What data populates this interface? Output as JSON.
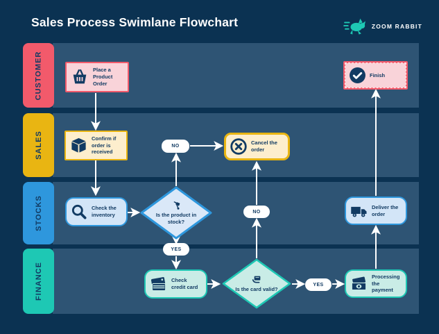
{
  "header": {
    "title": "Sales Process Swimlane Flowchart",
    "brand": "ZOOM RABBIT"
  },
  "lanes": [
    {
      "label": "CUSTOMER",
      "color": "#f25a6b"
    },
    {
      "label": "SALES",
      "color": "#e9b512"
    },
    {
      "label": "STOCKS",
      "color": "#2e97dd"
    },
    {
      "label": "FINANCE",
      "color": "#1ec8b4"
    }
  ],
  "nodes": {
    "place_order": {
      "label": "Place a Product Order"
    },
    "confirm_order": {
      "label": "Confirm if order is received"
    },
    "cancel_order": {
      "label": "Cancel the order"
    },
    "check_inventory": {
      "label": "Check the inventory"
    },
    "stock_decision": {
      "label": "Is the product in stock?"
    },
    "deliver_order": {
      "label": "Deliver the order"
    },
    "check_credit_card": {
      "label": "Check credit card"
    },
    "card_decision": {
      "label": "Is the card valid?"
    },
    "processing_payment": {
      "label": "Processing the payment"
    },
    "finish": {
      "label": "Finish"
    }
  },
  "connectors": {
    "no_stock": "NO",
    "yes_stock": "YES",
    "no_card": "NO",
    "yes_card": "YES"
  },
  "colors": {
    "bg": "#0b3252",
    "row_bg": "#2e5474",
    "navy": "#123b63",
    "white": "#ffffff",
    "customer": "#f25a6b",
    "customer_light": "#f9d3d9",
    "sales": "#e9b512",
    "sales_light": "#fdeecd",
    "stocks": "#2e97dd",
    "stocks_light": "#d3e5f7",
    "stocks_diamond": "#dae8f8",
    "finance": "#1ec8b4",
    "finance_light": "#c9ece6"
  }
}
